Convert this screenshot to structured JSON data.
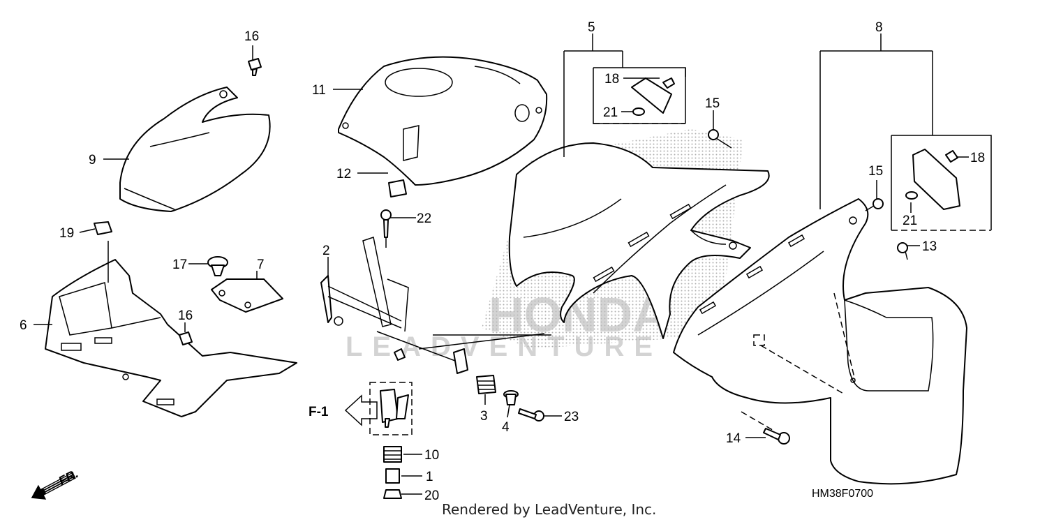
{
  "diagram": {
    "code": "HM38F0700",
    "footer": "Rendered by LeadVenture, Inc.",
    "watermark": {
      "brand": "HONDA",
      "sub": "LEADVENTURE"
    },
    "reference": "F-1",
    "direction": "FR.",
    "callouts": {
      "c1": "1",
      "c2": "2",
      "c3": "3",
      "c4": "4",
      "c5": "5",
      "c6": "6",
      "c7": "7",
      "c8": "8",
      "c9": "9",
      "c10": "10",
      "c11": "11",
      "c12": "12",
      "c13": "13",
      "c14": "14",
      "c15a": "15",
      "c15b": "15",
      "c16a": "16",
      "c16b": "16",
      "c17": "17",
      "c18a": "18",
      "c18b": "18",
      "c19": "19",
      "c20": "20",
      "c21a": "21",
      "c21b": "21",
      "c22": "22",
      "c23": "23"
    }
  }
}
